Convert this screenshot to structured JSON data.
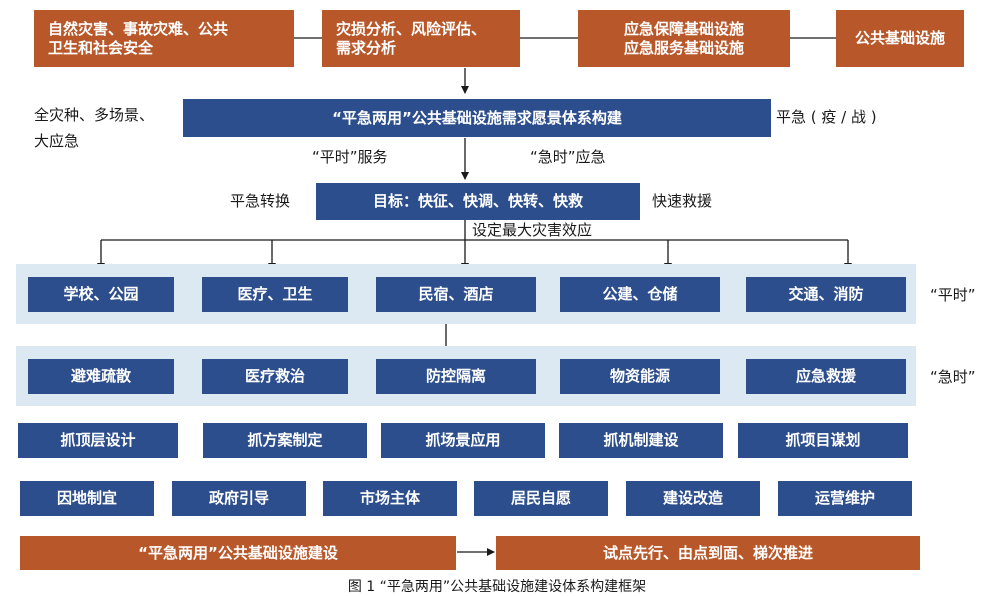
{
  "top_row": {
    "box1": [
      "自然灾害、事故灾难、公共",
      "卫生和社会安全"
    ],
    "box2": [
      "灾损分析、风险评估、",
      "需求分析"
    ],
    "box3": [
      "应急保障基础设施",
      "应急服务基础设施"
    ],
    "box4": "公共基础设施"
  },
  "main_title": "“平急两用”公共基础设施需求愿景体系构建",
  "side_left_top": [
    "全灾种、多场景、",
    "大应急"
  ],
  "side_right_top": "平急 ( 疫 / 战 )",
  "label_ping": "“平时”服务",
  "label_ji": "“急时”应急",
  "goal": "目标：快征、快调、快转、快救",
  "side_left_goal": "平急转换",
  "side_right_goal": "快速救援",
  "goal_sub": "设定最大灾害效应",
  "row_ping": [
    "学校、公园",
    "医疗、卫生",
    "民宿、酒店",
    "公建、仓储",
    "交通、消防"
  ],
  "row_ping_label": "“平时”",
  "row_ji": [
    "避难疏散",
    "医疗救治",
    "防控隔离",
    "物资能源",
    "应急救援"
  ],
  "row_ji_label": "“急时”",
  "row_zhua": [
    "抓顶层设计",
    "抓方案制定",
    "抓场景应用",
    "抓机制建设",
    "抓项目谋划"
  ],
  "row_yin": [
    "因地制宜",
    "政府引导",
    "市场主体",
    "居民自愿",
    "建设改造",
    "运营维护"
  ],
  "bottom_left": "“平急两用”公共基础设施建设",
  "bottom_right": "试点先行、由点到面、梯次推进",
  "caption": "图 1 “平急两用”公共基础设施建设体系构建框架"
}
